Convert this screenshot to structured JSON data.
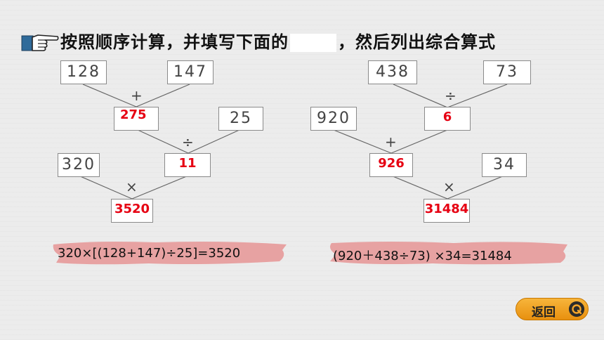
{
  "instruction": {
    "part1": "按照顺序计算，并填写下面的",
    "part2": "，然后列出综合算式"
  },
  "problem_left": {
    "n1": "128",
    "n2": "147",
    "n3": "25",
    "n4": "320",
    "op1": "+",
    "op2": "÷",
    "op3": "×",
    "ans1": "275",
    "ans2": "11",
    "ans3": "3520",
    "formula": "320×[(128+147)÷25]=3520"
  },
  "problem_right": {
    "n1": "438",
    "n2": "73",
    "n3": "920",
    "n4": "34",
    "op1": "÷",
    "op2": "+",
    "op3": "×",
    "ans1": "6",
    "ans2": "926",
    "ans3": "31484",
    "formula": "(920＋438÷73) ×34=31484"
  },
  "back_button": {
    "label": "返回",
    "icon": "return-icon"
  },
  "colors": {
    "answer": "#e60012",
    "brush": "#e79a9a",
    "button": "#f3a52a"
  }
}
